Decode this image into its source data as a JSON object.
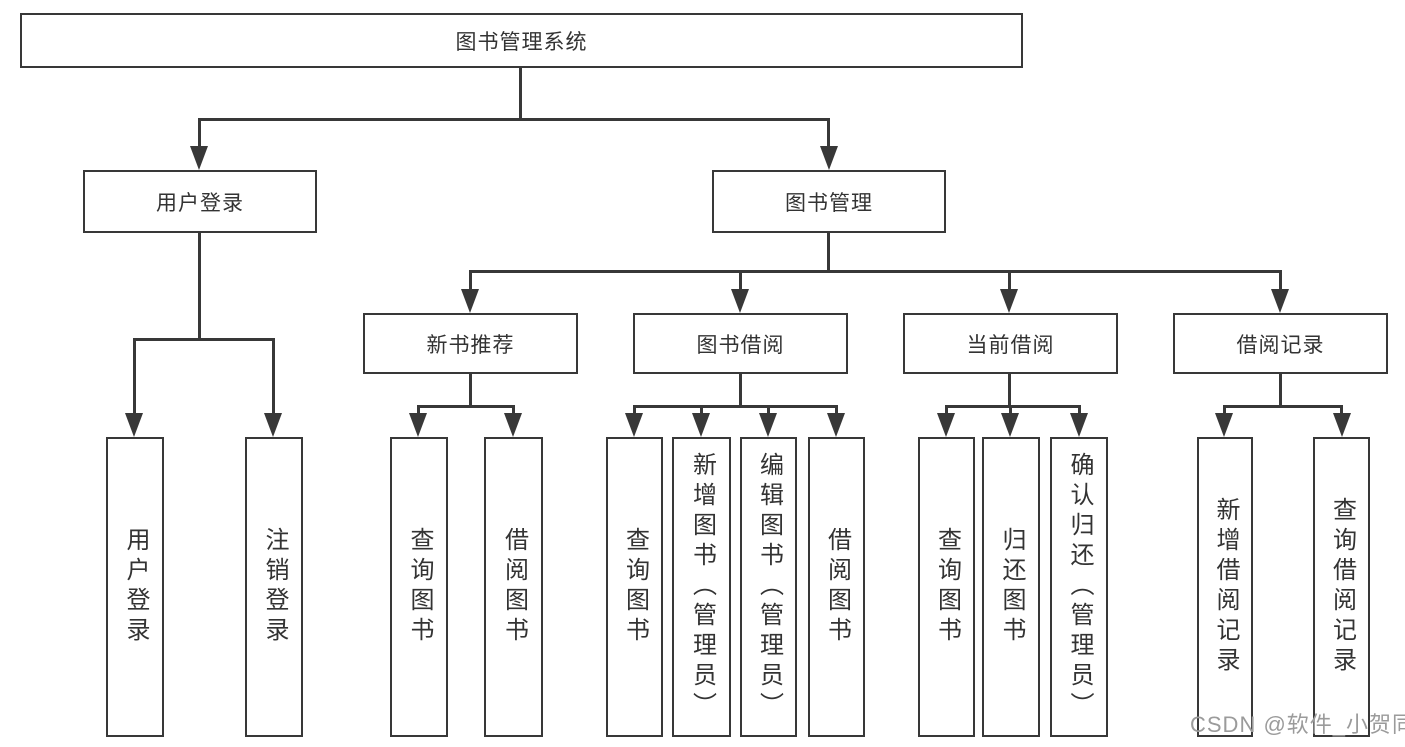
{
  "diagram": {
    "title": "图书管理系统",
    "nodes": {
      "root": "图书管理系统",
      "user_login": "用户登录",
      "book_mgmt": "图书管理",
      "new_book_rec": "新书推荐",
      "book_borrow": "图书借阅",
      "current_borrow": "当前借阅",
      "borrow_record": "借阅记录",
      "login_user_login": "用户登录",
      "login_logout": "注销登录",
      "rec_query_book": "查询图书",
      "rec_borrow_book": "借阅图书",
      "borrow_query_book": "查询图书",
      "borrow_add_book": "新增图书（管理员）",
      "borrow_edit_book": "编辑图书（管理员）",
      "borrow_borrow_book": "借阅图书",
      "current_query_book": "查询图书",
      "current_return_book": "归还图书",
      "current_confirm_return": "确认归还（管理员）",
      "record_add_record": "新增借阅记录",
      "record_query_record": "查询借阅记录"
    },
    "watermark": "CSDN @软件_小贺同学",
    "colors": {
      "line": "#383838",
      "text": "#333333",
      "box_background": "#ffffff",
      "watermark": "#9b9b9b",
      "background": "#ffffff"
    }
  }
}
